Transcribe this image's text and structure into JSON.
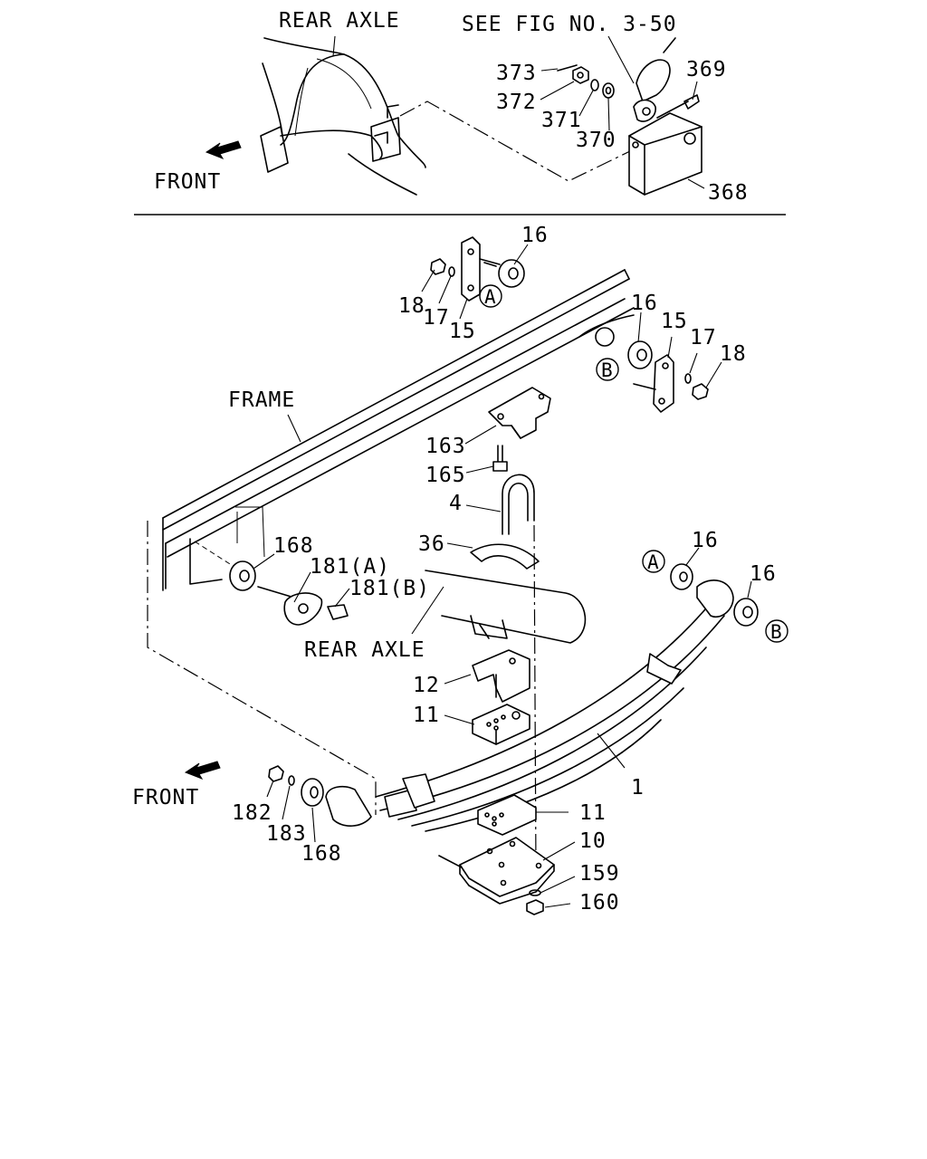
{
  "upper_view": {
    "rear_axle_label": "REAR AXLE",
    "see_fig_label": "SEE FIG NO. 3-50",
    "front_label": "FRONT",
    "callouts": [
      "373",
      "372",
      "371",
      "370",
      "369",
      "368"
    ]
  },
  "lower_view": {
    "frame_label": "FRAME",
    "rear_axle_label": "REAR AXLE",
    "front_label": "FRONT",
    "ref_a": "A",
    "ref_b": "B",
    "callouts": {
      "c16_top": "16",
      "c18_left": "18",
      "c17_left": "17",
      "c15_left": "15",
      "c16_mid": "16",
      "c15_right": "15",
      "c17_right": "17",
      "c18_right": "18",
      "c163": "163",
      "c165": "165",
      "c4": "4",
      "c36": "36",
      "c168_top": "168",
      "c181a": "181(A)",
      "c181b": "181(B)",
      "c16_a": "16",
      "c16_b": "16",
      "c12": "12",
      "c11_top": "11",
      "c1": "1",
      "c182": "182",
      "c183": "183",
      "c168_bot": "168",
      "c11_bot": "11",
      "c10": "10",
      "c159": "159",
      "c160": "160"
    }
  }
}
